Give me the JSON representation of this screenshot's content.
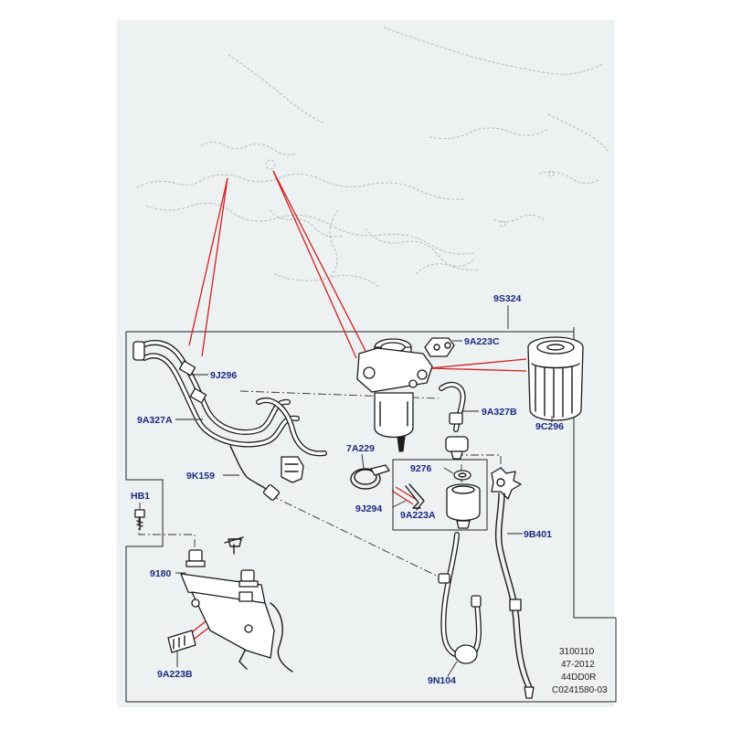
{
  "callouts": {
    "c9S324": "9S324",
    "c9A223C": "9A223C",
    "c9J296": "9J296",
    "c9A327B": "9A327B",
    "c9C296": "9C296",
    "c9A327A": "9A327A",
    "c7A229": "7A229",
    "c9K159": "9K159",
    "c9276": "9276",
    "cHB1": "HB1",
    "c9J294": "9J294",
    "c9A223A": "9A223A",
    "c9B401": "9B401",
    "c9180": "9180",
    "c9A223B": "9A223B",
    "c9N104": "9N104"
  },
  "reference": {
    "line1": "3100110",
    "line2": "47-2012",
    "line3": "44DD0R",
    "line4": "C0241580-03"
  }
}
